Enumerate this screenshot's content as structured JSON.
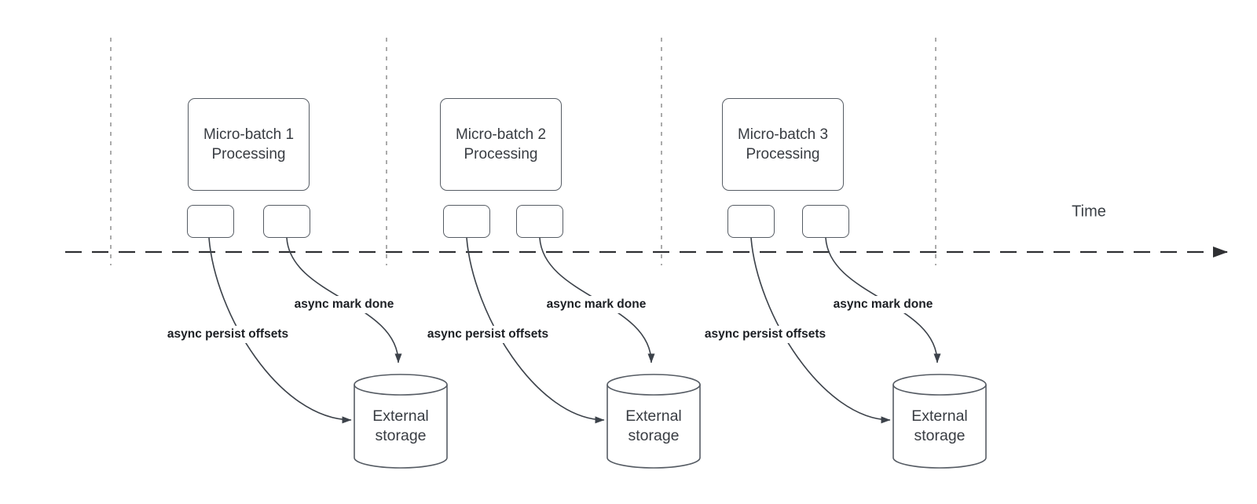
{
  "diagram": {
    "time_label": "Time",
    "batches": [
      {
        "title": "Micro-batch 1",
        "subtitle": "Processing",
        "persist_label": "async persist offsets",
        "done_label": "async mark done",
        "storage": {
          "line1": "External",
          "line2": "storage"
        }
      },
      {
        "title": "Micro-batch 2",
        "subtitle": "Processing",
        "persist_label": "async persist offsets",
        "done_label": "async mark done",
        "storage": {
          "line1": "External",
          "line2": "storage"
        }
      },
      {
        "title": "Micro-batch 3",
        "subtitle": "Processing",
        "persist_label": "async persist offsets",
        "done_label": "async mark done",
        "storage": {
          "line1": "External",
          "line2": "storage"
        }
      }
    ],
    "colors": {
      "shape_stroke": "#565c64",
      "arrow_stroke": "#3c424a",
      "timeline_stroke": "#2f3033",
      "guide_line_stroke": "#ababab",
      "bold_label_text": "#1b1e23",
      "shape_text": "#383c42",
      "background": "#ffffff"
    }
  }
}
